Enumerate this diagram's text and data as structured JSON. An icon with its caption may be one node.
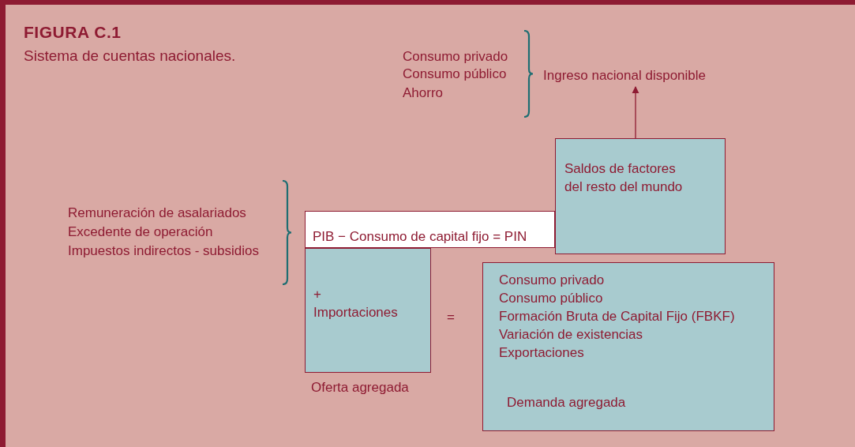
{
  "diagram": {
    "title": "FIGURA C.1",
    "caption": "Sistema de cuentas nacionales.",
    "nodes": [
      {
        "text": [
          "Saldos de factores del resto del mundo"
        ]
      },
      {
        "text": [
          "Ingreso nacional disponible"
        ]
      },
      {
        "text": [
          "PIB − Consumo de capital fijo = PIN"
        ]
      },
      {
        "text": [
          "+",
          "Importaciones"
        ],
        "beside": [
          "Oferta agregada"
        ]
      },
      {
        "text": [
          "Consumo privado",
          "Consumo público",
          "Formación Bruta de Capital Fijo (FBKF)",
          "Variación de existencias",
          "Exportaciones",
          "Demanda agregada"
        ]
      }
    ],
    "edges": [
      {
        "from": 0,
        "to": 1,
        "arrow": "to"
      }
    ],
    "labels": [
      "Consumo privado",
      "Consumo público",
      "Ahorro",
      "Remuneración de asalariados",
      "Excedente de operación",
      "Impuestos indirectos - subsidios",
      "="
    ]
  }
}
